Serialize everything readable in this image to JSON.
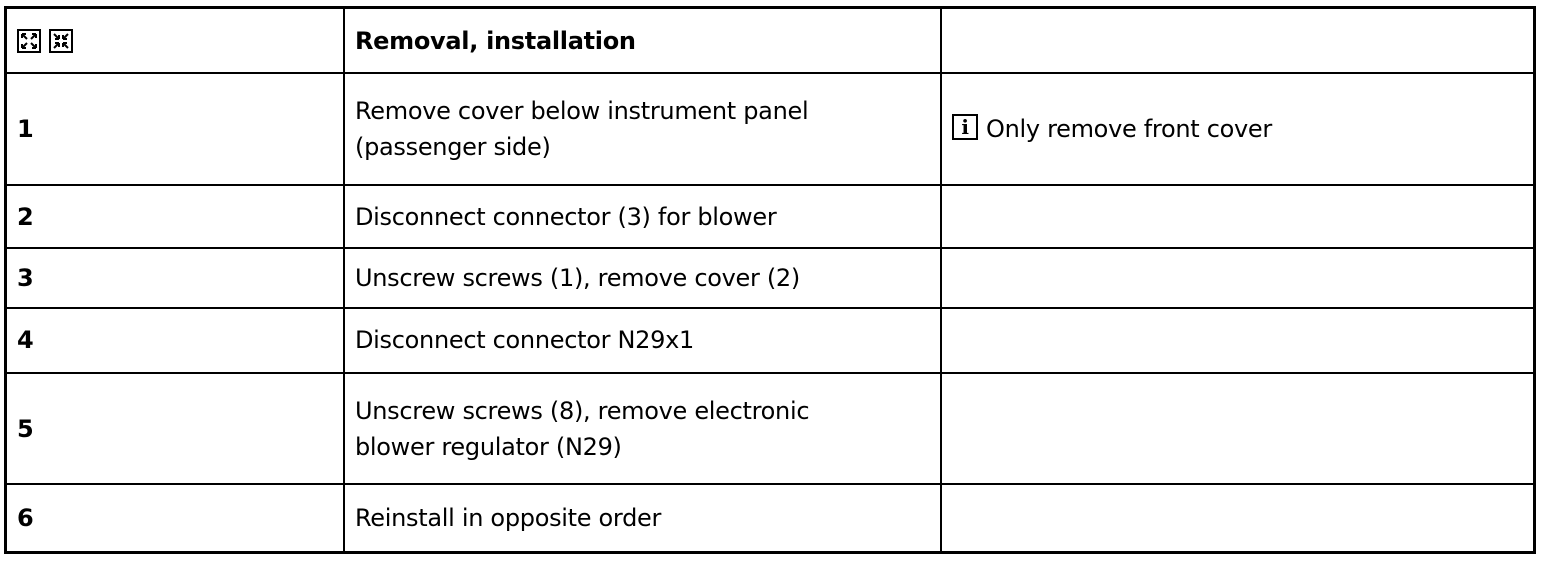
{
  "header": {
    "icons": [
      "removal-icon",
      "installation-icon"
    ],
    "title": "Removal, installation"
  },
  "steps": [
    {
      "num": "1",
      "lines": [
        "Remove cover below instrument panel",
        "(passenger side)"
      ],
      "note": "Only remove front cover",
      "note_icon": "info-icon"
    },
    {
      "num": "2",
      "lines": [
        "Disconnect connector (3) for blower"
      ],
      "note": ""
    },
    {
      "num": "3",
      "lines": [
        "Unscrew screws (1), remove cover (2)"
      ],
      "note": ""
    },
    {
      "num": "4",
      "lines": [
        "Disconnect connector N29x1"
      ],
      "note": ""
    },
    {
      "num": "5",
      "lines": [
        "Unscrew screws (8), remove electronic",
        "blower regulator (N29)"
      ],
      "note": ""
    },
    {
      "num": "6",
      "lines": [
        "Reinstall in opposite order"
      ],
      "note": ""
    }
  ],
  "info_glyph": "i"
}
